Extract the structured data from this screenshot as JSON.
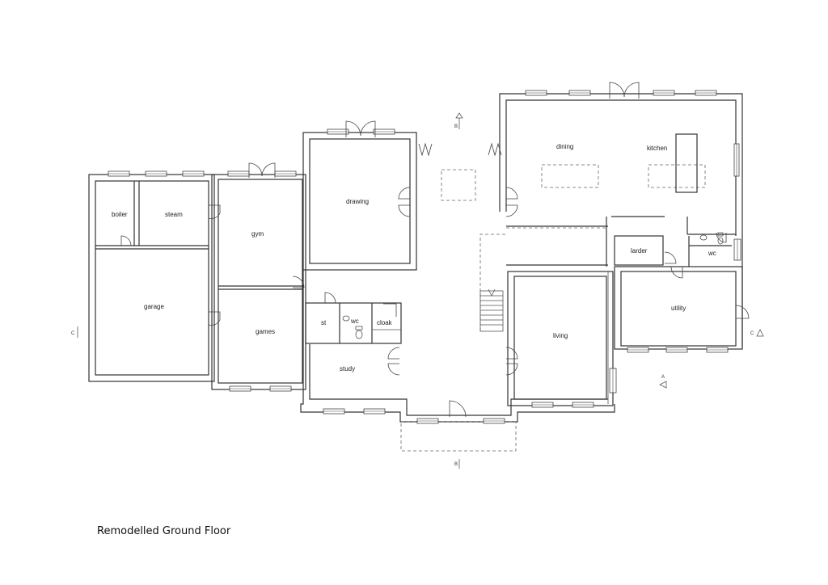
{
  "caption": "Remodelled Ground Floor",
  "rooms": {
    "boiler": "boiler",
    "steam": "steam",
    "gym": "gym",
    "drawing": "drawing",
    "dining": "dining",
    "kitchen": "kitchen",
    "garage": "garage",
    "games": "games",
    "st": "st",
    "wc_front": "wc",
    "cloak": "cloak",
    "study": "study",
    "living": "living",
    "larder": "larder",
    "wc_rear": "wc",
    "utility": "utility"
  },
  "section_marks": {
    "b_top": "B",
    "b_bottom": "B",
    "c_left": "C",
    "c_right": "C",
    "a_mark": "A"
  }
}
